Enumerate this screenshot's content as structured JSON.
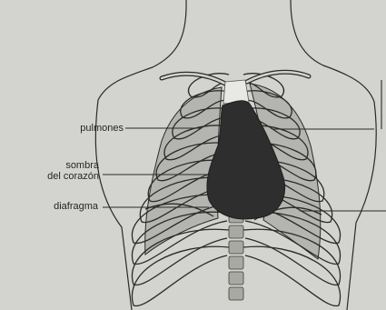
{
  "labels": {
    "lungs": "pulmones",
    "heart_shadow_line1": "sombra",
    "heart_shadow_line2": "del corazón",
    "diaphragm": "diafragma"
  },
  "colors": {
    "background": "#d3d3cf",
    "lung_fill": "#b4b4b0",
    "heart_fill": "#2e2e2e",
    "line": "#2a2a2a"
  }
}
